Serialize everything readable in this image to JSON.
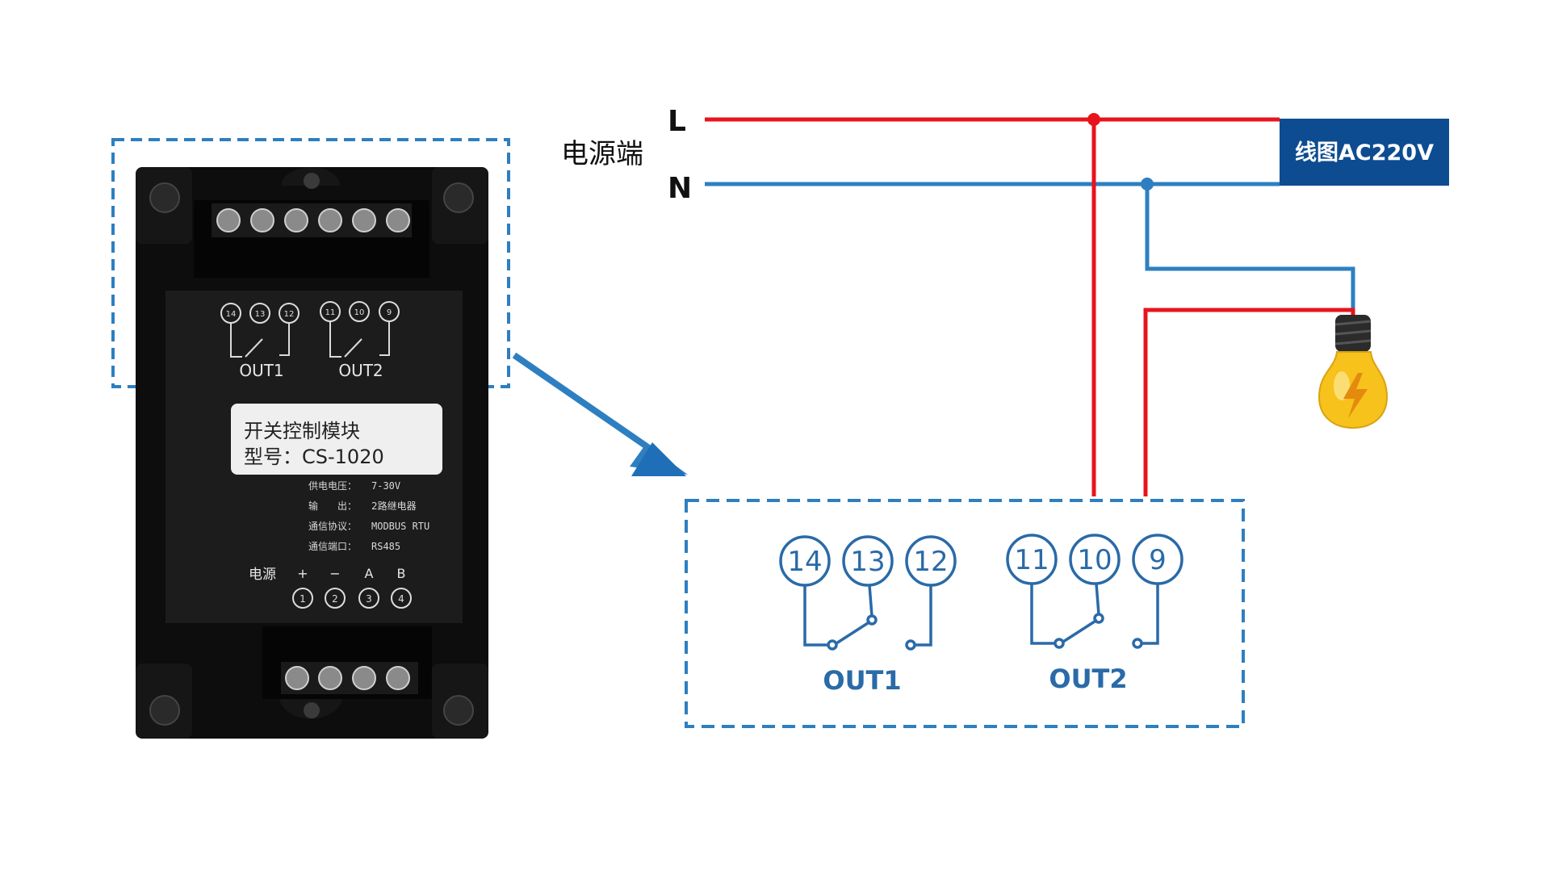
{
  "power": {
    "source_label": "电源端",
    "live_label": "L",
    "neutral_label": "N",
    "coil_label": "线图AC220V"
  },
  "module": {
    "terminals_top": [
      "14",
      "13",
      "12",
      "11",
      "10",
      "9"
    ],
    "out1_label": "OUT1",
    "out2_label": "OUT2",
    "name_line1": "开关控制模块",
    "name_line2": "型号：CS-1020",
    "spec_supply_label": "供电电压：",
    "spec_supply_value": "7-30V",
    "spec_output_label": "输　　出：",
    "spec_output_value": "2路继电器",
    "spec_protocol_label": "通信协议：",
    "spec_protocol_value": "MODBUS RTU",
    "spec_port_label": "通信端口：",
    "spec_port_value": "RS485",
    "power_label": "电源",
    "bottom_signs": [
      "+",
      "−",
      "A",
      "B"
    ],
    "bottom_numbers": [
      "1",
      "2",
      "3",
      "4"
    ]
  },
  "detail": {
    "terminals": [
      "14",
      "13",
      "12",
      "11",
      "10",
      "9"
    ],
    "out1_label": "OUT1",
    "out2_label": "OUT2"
  },
  "colors": {
    "live_wire": "#e8141c",
    "neutral_wire": "#2d7fc1",
    "label_box": "#0e4c92",
    "dashed_frame": "#2d7fc1",
    "terminal_stroke": "#2a6aa8"
  }
}
